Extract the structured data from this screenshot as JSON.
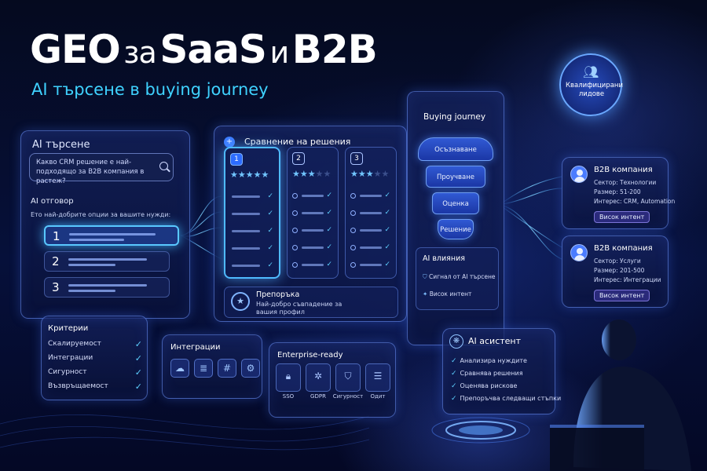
{
  "hero": {
    "title_part1": "GEO",
    "title_part2": "за",
    "title_part3": "SaaS",
    "title_part4": "и",
    "title_part5": "B2B",
    "subtitle": "AI търсене в buying journey"
  },
  "ai_search": {
    "title": "AI търсене",
    "query": "Какво CRM решение е най-подходящо за B2B компания в растеж?",
    "answer_title": "AI отговор",
    "answer_intro": "Ето най-добрите опции за вашите нужди:",
    "answers": [
      "1",
      "2",
      "3"
    ]
  },
  "criteria": {
    "title": "Критерии",
    "items": [
      "Скалируемост",
      "Интеграции",
      "Сигурност",
      "Възвръщаемост"
    ]
  },
  "comparison": {
    "title": "Сравнение на решения",
    "cards": [
      {
        "num": "1",
        "rating": 5
      },
      {
        "num": "2",
        "rating": 3
      },
      {
        "num": "3",
        "rating": 3
      }
    ],
    "recommendation_title": "Препоръка",
    "recommendation_text": "Най-добро съвпадение за вашия профил"
  },
  "buying_journey": {
    "title": "Buying journey",
    "stages": [
      "Осъзнаване",
      "Проучване",
      "Оценка",
      "Решение"
    ]
  },
  "ai_influence": {
    "title": "AI влияния",
    "items": [
      "Сигнал от AI търсене",
      "Висок интент"
    ]
  },
  "integrations": {
    "title": "Интеграции",
    "icons": [
      "cloud-icon",
      "database-icon",
      "slack-icon",
      "gear-icon"
    ]
  },
  "enterprise": {
    "title": "Enterprise-ready",
    "items": [
      "SSO",
      "GDPR",
      "Сигурност",
      "Одит"
    ]
  },
  "ai_assistant": {
    "title": "AI асистент",
    "items": [
      "Анализира нуждите",
      "Сравнява решения",
      "Оценява рискове",
      "Препоръчва следващи стъпки"
    ]
  },
  "leads": {
    "title": "Квалифицирани лидове",
    "companies": [
      {
        "title": "B2B компания",
        "sector": "Сектор: Технологии",
        "size": "Размер: 51-200",
        "interest": "Интерес: CRM, Automation",
        "badge": "Висок интент"
      },
      {
        "title": "B2B компания",
        "sector": "Сектор: Услуги",
        "size": "Размер: 201-500",
        "interest": "Интерес: Интеграции",
        "badge": "Висок интент"
      }
    ]
  },
  "colors": {
    "background": "#050a1f",
    "accent_cyan": "#3fd2ff",
    "accent_blue": "#4fbaff",
    "badge_purple": "#4634aa"
  }
}
